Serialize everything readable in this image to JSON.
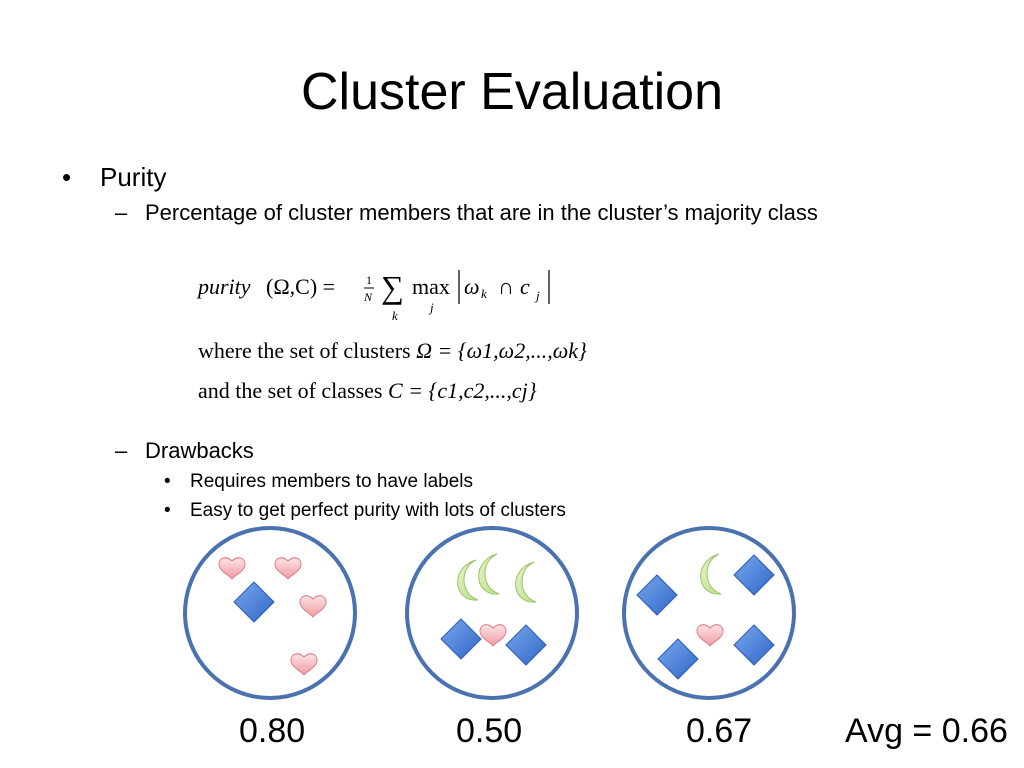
{
  "title": "Cluster Evaluation",
  "bullets": {
    "purity": "Purity",
    "purity_desc": "Percentage of cluster members that are in the cluster’s majority class",
    "drawbacks": "Drawbacks",
    "drawback_items": [
      "Requires members to have labels",
      "Easy to get perfect purity with lots of clusters"
    ]
  },
  "formula": {
    "lhs_fn": "purity",
    "lhs_args": "(Ω,C) =",
    "frac_num": "1",
    "frac_den": "N",
    "sum": "∑",
    "sum_sub": "k",
    "max": "max",
    "max_sub": "j",
    "omega": "ω",
    "omega_sub": "k",
    "cap": "∩",
    "c": "c",
    "c_sub": "j",
    "where_prefix": "where the set of clusters",
    "where_set": "Ω = {ω1,ω2,...,ωk}",
    "and_prefix": "and the set of classes",
    "and_set": "C = {c1,c2,...,cj}"
  },
  "scores": [
    "0.80",
    "0.50",
    "0.67"
  ],
  "average": "Avg = 0.66",
  "colors": {
    "circle": "#4a72b0",
    "heart": "#f3a6ad",
    "diamond": "#3d79d8",
    "moon": "#c9e99a"
  },
  "icons": [
    "heart-icon",
    "diamond-icon",
    "moon-icon"
  ]
}
